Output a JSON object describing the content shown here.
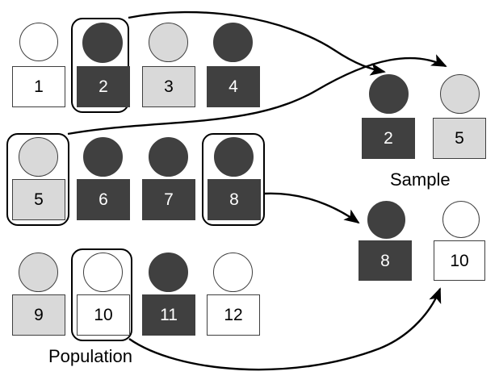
{
  "diagram": {
    "title_population": "Population",
    "title_sample": "Sample",
    "colors": {
      "dark": "#404040",
      "light": "#d9d9d9",
      "white": "#ffffff",
      "outline": "#3f3f3f",
      "arrow": "#000000"
    },
    "population": {
      "label": "Population",
      "rows": [
        [
          {
            "value": "1",
            "shade": "white"
          },
          {
            "value": "2",
            "shade": "dark",
            "selected": true
          },
          {
            "value": "3",
            "shade": "light"
          },
          {
            "value": "4",
            "shade": "dark"
          }
        ],
        [
          {
            "value": "5",
            "shade": "light",
            "selected": true
          },
          {
            "value": "6",
            "shade": "dark"
          },
          {
            "value": "7",
            "shade": "dark"
          },
          {
            "value": "8",
            "shade": "dark",
            "selected": true
          }
        ],
        [
          {
            "value": "9",
            "shade": "light"
          },
          {
            "value": "10",
            "shade": "white",
            "selected": true
          },
          {
            "value": "11",
            "shade": "dark"
          },
          {
            "value": "12",
            "shade": "white"
          }
        ]
      ]
    },
    "sample": {
      "label": "Sample",
      "rows": [
        [
          {
            "value": "2",
            "shade": "dark"
          },
          {
            "value": "5",
            "shade": "light"
          }
        ],
        [
          {
            "value": "8",
            "shade": "dark"
          },
          {
            "value": "10",
            "shade": "white"
          }
        ]
      ]
    },
    "arrows": [
      {
        "name": "arrow-2-to-sample",
        "from": "population-item-2",
        "to": "sample-item-2"
      },
      {
        "name": "arrow-5-to-sample",
        "from": "population-item-5",
        "to": "sample-item-5"
      },
      {
        "name": "arrow-8-to-sample",
        "from": "population-item-8",
        "to": "sample-item-8"
      },
      {
        "name": "arrow-10-to-sample",
        "from": "population-item-10",
        "to": "sample-item-10"
      }
    ]
  }
}
